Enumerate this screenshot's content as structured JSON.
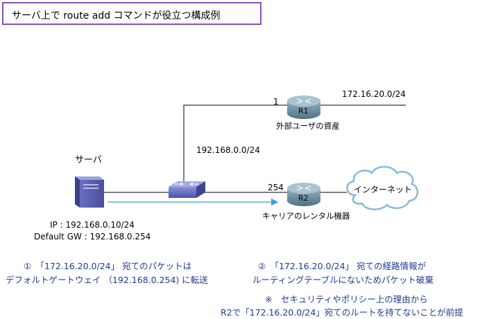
{
  "title": "サーバ上で route add コマンドが役立つ構成例",
  "server": {
    "label": "サーバ",
    "ip": "IP : 192.168.0.10/24",
    "gw": "Default GW : 192.168.0.254"
  },
  "network": {
    "lan": "192.168.0.0/24",
    "remote": "172.16.20.0/24"
  },
  "r1": {
    "name": "R1",
    "interface": "1",
    "caption": "外部ユーザの資産"
  },
  "r2": {
    "name": "R2",
    "interface": "254",
    "caption": "キャリアのレンタル機器"
  },
  "internet": {
    "label": "インターネット"
  },
  "notes": {
    "n1_line1": "①　「172.16.20.0/24」 宛てのパケットは",
    "n1_line2": "デフォルトゲートウェイ （192.168.0.254) に転送",
    "n2_line1": "②　「172.16.20.0/24」 宛ての経路情報が",
    "n2_line2": "ルーティングテーブルにないためパケット破棄",
    "n3_line1": "※　セキュリティやポリシー上の理由から",
    "n3_line2": "R2で「172.16.20.0/24」宛てのルートを持てないことが前提"
  },
  "colors": {
    "title_border": "#8a4fbf",
    "arrow": "#3aa0d8",
    "note_text": "#1f3a93",
    "router": "#5f8396"
  }
}
